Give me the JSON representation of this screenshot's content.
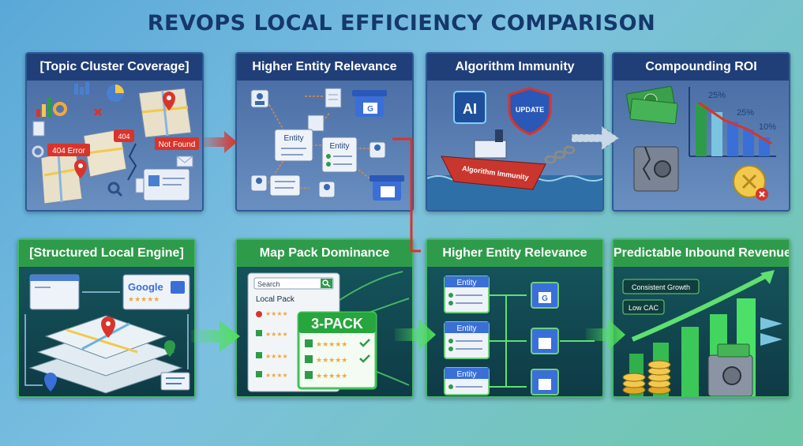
{
  "title": "REVOPS LOCAL EFFICIENCY COMPARISON",
  "colors": {
    "title": "#15386b",
    "blue_header": "#203f78",
    "green_header": "#2e9b4a",
    "error_red": "#d9342b",
    "arrow_green": "#4fe05a"
  },
  "top_row": [
    {
      "header": "[Topic Cluster Coverage]",
      "labels": {
        "error": "404 Error",
        "not_found": "Not Found",
        "badge": "404"
      }
    },
    {
      "header": "Higher Entity Relevance",
      "labels": {
        "entity_a": "Entity",
        "entity_b": "Entity",
        "g": "G"
      }
    },
    {
      "header": "Algorithm Immunity",
      "labels": {
        "ai": "AI",
        "update": "UPDATE",
        "ship": "Algorithm Immunity"
      }
    },
    {
      "header": "Compounding ROI",
      "labels": {
        "p1": "25%",
        "p2": "25%",
        "p3": "10%"
      }
    }
  ],
  "bottom_row": [
    {
      "header": "[Structured Local Engine]",
      "labels": {
        "google": "Google"
      }
    },
    {
      "header": "Map Pack Dominance",
      "labels": {
        "search": "Search",
        "local_pack": "Local Pack",
        "three_pack": "3-PACK"
      }
    },
    {
      "header": "Higher Entity Relevance",
      "labels": {
        "entity_1": "Entity",
        "entity_2": "Entity",
        "entity_3": "Entity",
        "g": "G"
      }
    },
    {
      "header": "Predictable Inbound Revenue",
      "labels": {
        "growth": "Consistent Growth",
        "cac": "Low CAC"
      }
    }
  ]
}
